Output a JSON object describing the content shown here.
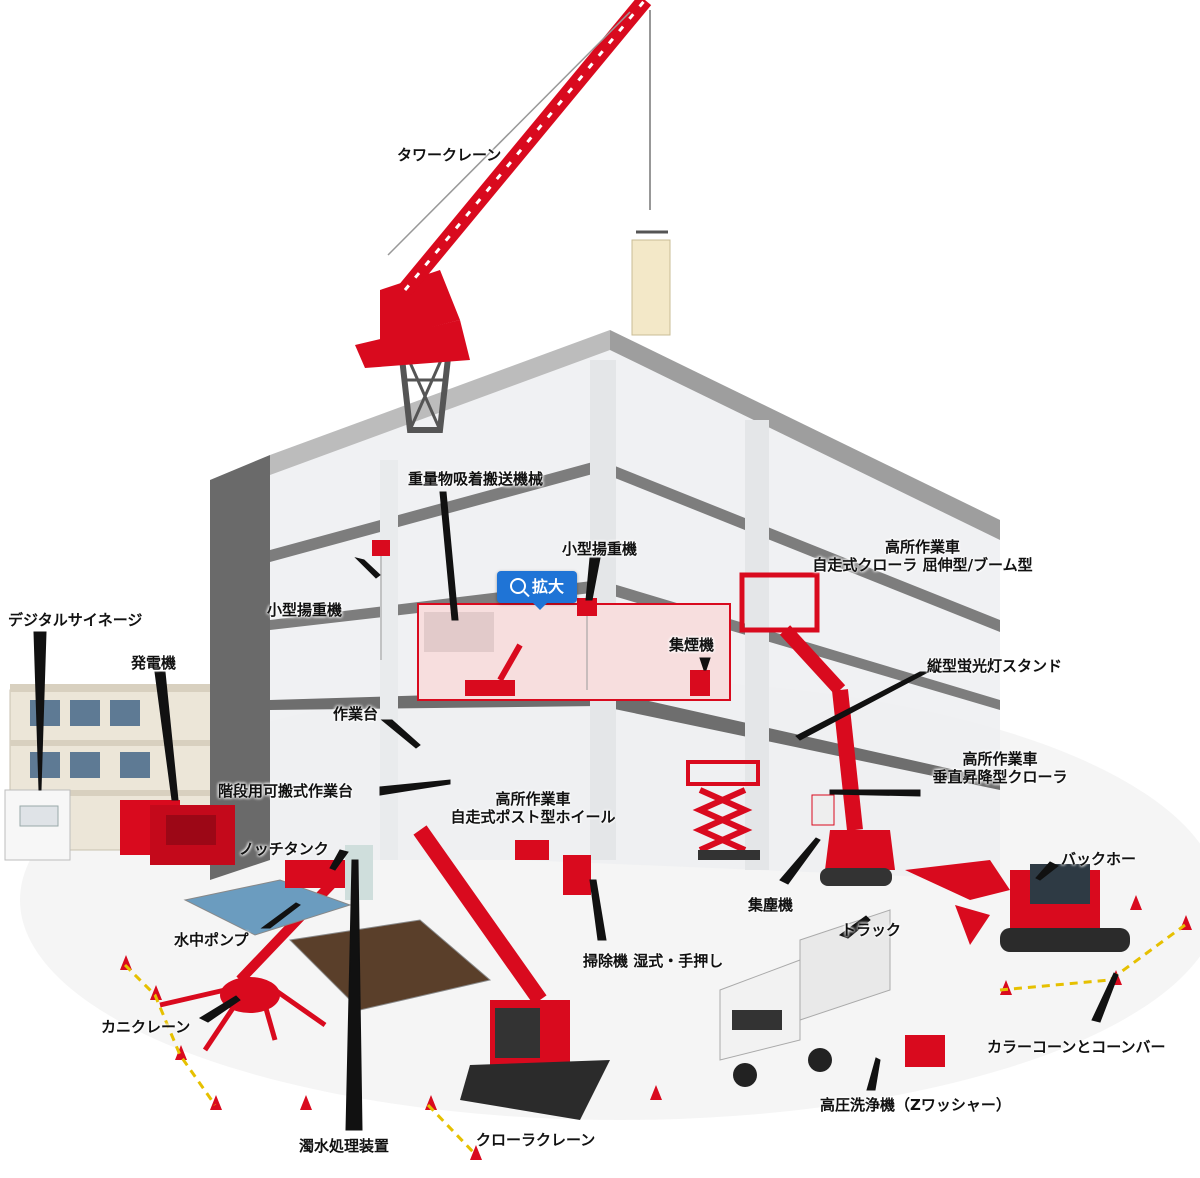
{
  "zoom_button": {
    "label": "拡大"
  },
  "labels": {
    "tower_crane": "タワークレーン",
    "heavy_vacuum_lifter": "重量物吸着搬送機械",
    "small_hoist_center": "小型揚重機",
    "small_hoist_left": "小型揚重機",
    "aerial_crawler_boom_l1": "高所作業車",
    "aerial_crawler_boom_l2": "自走式クローラ 屈伸型/ブーム型",
    "digital_signage": "デジタルサイネージ",
    "generator": "発電機",
    "dust_collector_smoke": "集煙機",
    "fluorescent_stand": "縦型蛍光灯スタンド",
    "work_platform": "作業台",
    "aerial_vertical_l1": "高所作業車",
    "aerial_vertical_l2": "垂直昇降型クローラ",
    "stair_platform": "階段用可搬式作業台",
    "aerial_post_l1": "高所作業車",
    "aerial_post_l2": "自走式ポスト型ホイール",
    "notch_tank": "ノッチタンク",
    "backhoe": "バックホー",
    "dust_collector": "集塵機",
    "truck": "トラック",
    "submersible_pump": "水中ポンプ",
    "sweeper": "掃除機 湿式・手押し",
    "spider_crane": "カニクレーン",
    "color_cone": "カラーコーンとコーンバー",
    "pressure_washer": "高圧洗浄機（Zワッシャー）",
    "turbid_water": "濁水処理装置",
    "crawler_crane": "クローラクレーン"
  },
  "colors": {
    "equipment": "#d90a1e",
    "building": "#eef0f2",
    "frame": "#5a5a5a",
    "zoom": "#1f74d6"
  }
}
